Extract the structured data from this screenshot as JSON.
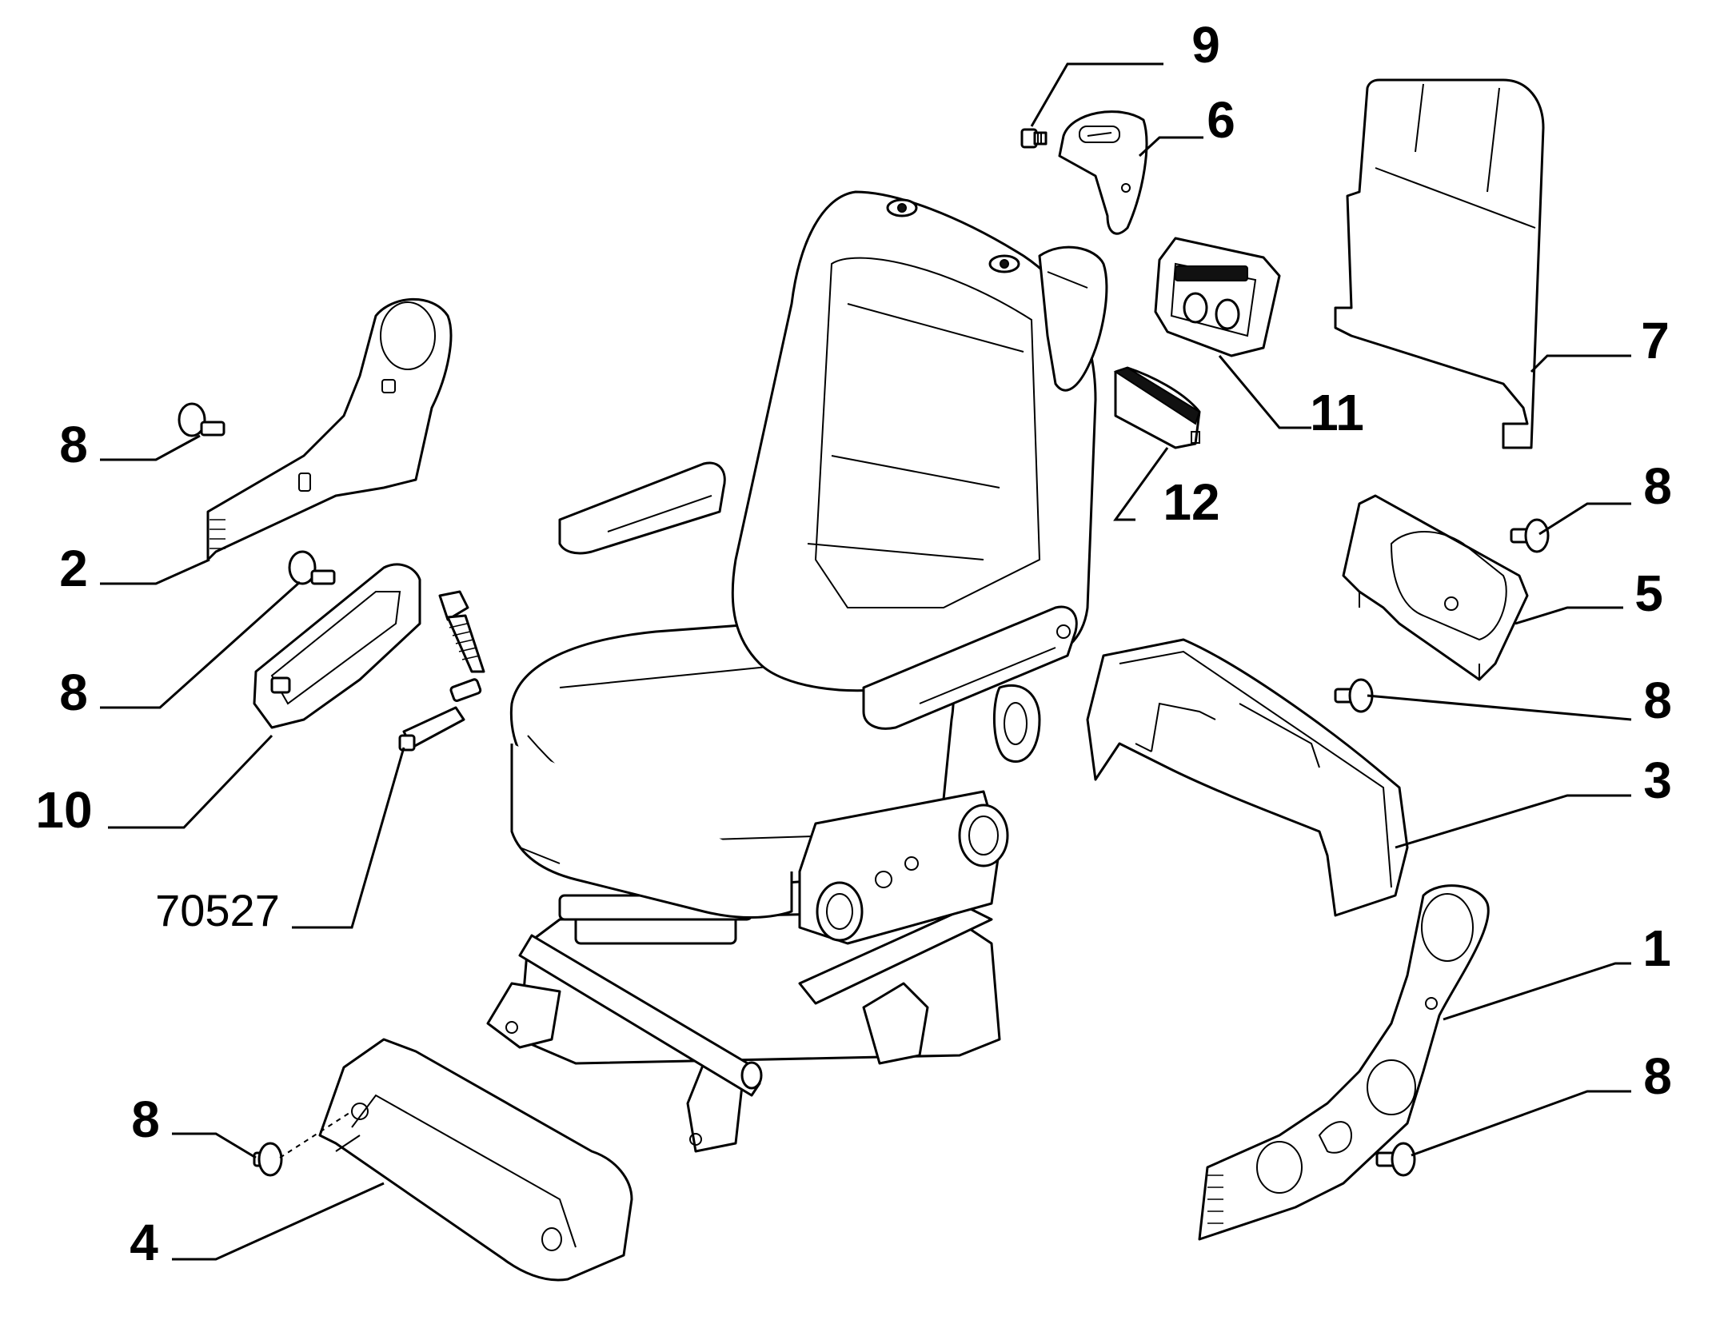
{
  "callouts": {
    "c9": "9",
    "c6": "6",
    "c7": "7",
    "c11": "11",
    "c12": "12",
    "c8_top_right": "8",
    "c5": "5",
    "c8_mid_right": "8",
    "c3": "3",
    "c1": "1",
    "c8_bottom_right": "8",
    "c8_left_top": "8",
    "c2": "2",
    "c8_left_mid": "8",
    "c10": "10",
    "c70527": "70527",
    "c8_bottom_left": "8",
    "c4": "4"
  },
  "colors": {
    "line": "#000000",
    "background": "#ffffff"
  }
}
